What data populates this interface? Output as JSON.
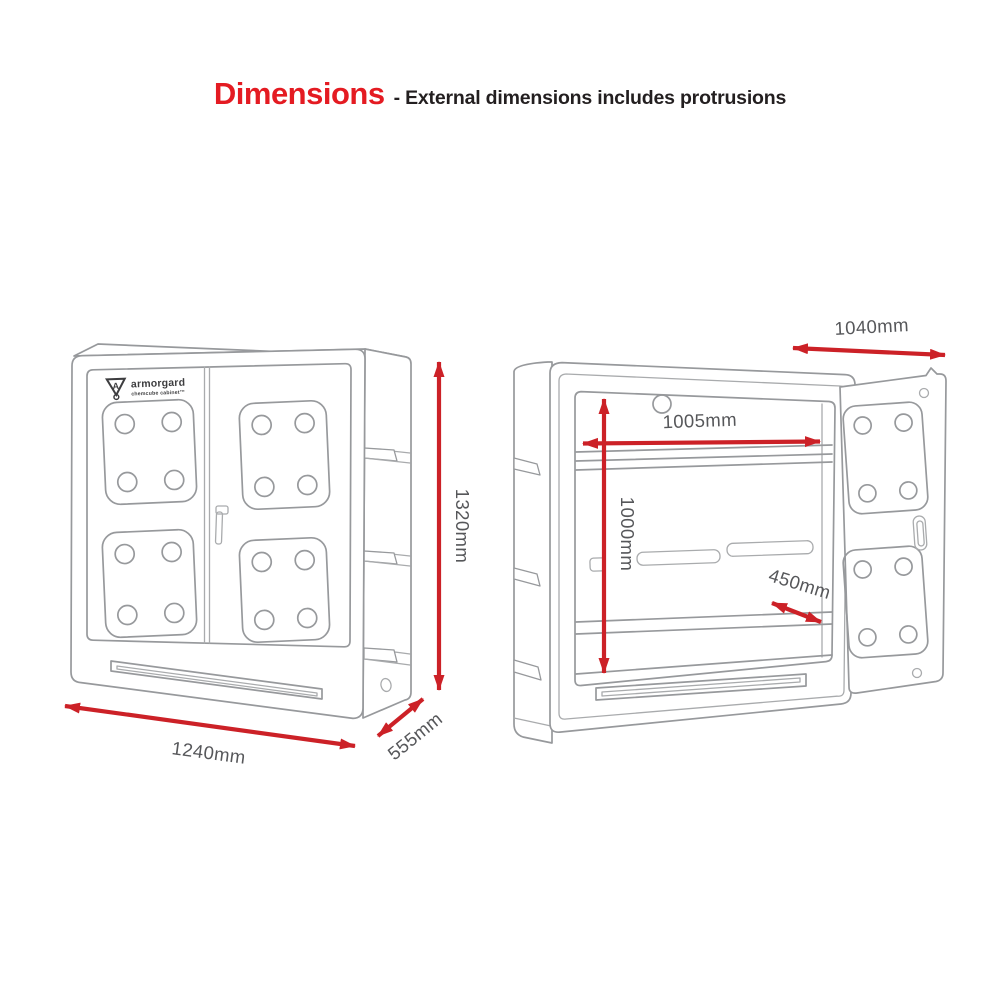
{
  "title": {
    "heading": "Dimensions",
    "subtitle": "- External dimensions includes protrusions"
  },
  "logo": {
    "brand": "armorgard",
    "product": "chemcube cabinet™",
    "emblem_letter": "A"
  },
  "closed_view": {
    "description": "closed cabinet external view",
    "height": "1320mm",
    "width": "1240mm",
    "depth": "555mm"
  },
  "open_view": {
    "description": "open cabinet internal view",
    "overall_width": "1040mm",
    "internal_width": "1005mm",
    "internal_height": "1000mm",
    "internal_depth": "450mm"
  },
  "colors": {
    "heading_red": "#e41b22",
    "arrow_red": "#cc2127",
    "line_gray": "#97999c",
    "label_gray": "#56575a",
    "logo_dark": "#3d3d3f",
    "background": "#ffffff"
  }
}
